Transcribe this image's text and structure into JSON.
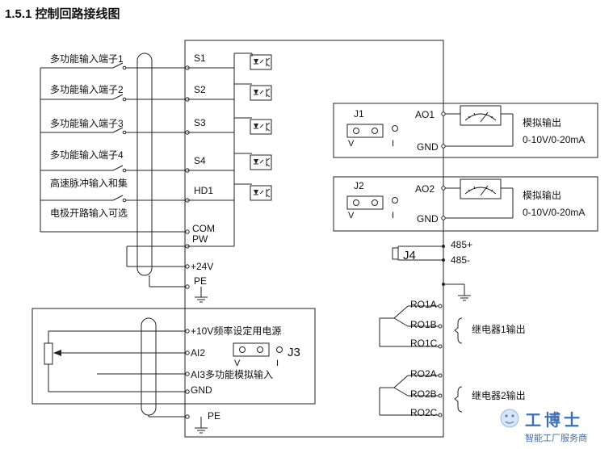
{
  "title": "1.5.1 控制回路接线图",
  "inputs": {
    "labels": [
      "多功能输入端子1",
      "多功能输入端子2",
      "多功能输入端子3",
      "多功能输入端子4",
      "高速脉冲输入和集",
      "电极开路输入可选"
    ]
  },
  "terminals": {
    "s1": "S1",
    "s2": "S2",
    "s3": "S3",
    "s4": "S4",
    "hd1": "HD1",
    "com": "COM",
    "pw": "PW",
    "v24": "+24V",
    "pe": "PE",
    "v10": "+10V频率设定用电源",
    "ai2": "AI2",
    "ai3": "AI3多功能模拟输入",
    "gnd": "GND",
    "pe2": "PE"
  },
  "analog_out": [
    {
      "jumper": "J1",
      "v": "V",
      "i": "I",
      "ao": "AO1",
      "gnd": "GND",
      "desc": "模拟输出",
      "range": "0-10V/0-20mA"
    },
    {
      "jumper": "J2",
      "v": "V",
      "i": "I",
      "ao": "AO2",
      "gnd": "GND",
      "desc": "模拟输出",
      "range": "0-10V/0-20mA"
    }
  ],
  "j3": {
    "label": "J3",
    "v": "V",
    "i": "I"
  },
  "rs485": {
    "j4": "J4",
    "plus": "485+",
    "minus": "485-"
  },
  "relays": [
    {
      "a": "RO1A",
      "b": "RO1B",
      "c": "RO1C",
      "desc": "继电器1输出"
    },
    {
      "a": "RO2A",
      "b": "RO2B",
      "c": "RO2C",
      "desc": "继电器2输出"
    }
  ],
  "watermark": {
    "brand": "工博士",
    "tagline": "智能工厂服务商"
  }
}
